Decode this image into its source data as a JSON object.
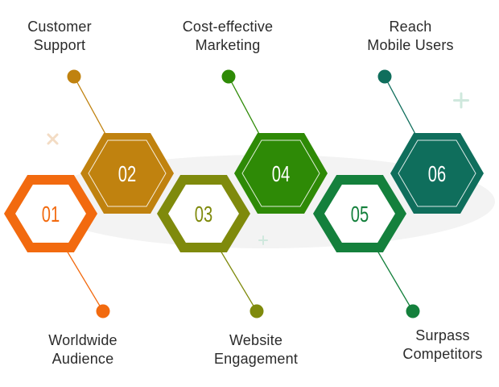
{
  "steps": [
    {
      "number": "01",
      "label_lines": [
        "Worldwide",
        "Audience"
      ],
      "color": "#f26a0f"
    },
    {
      "number": "02",
      "label_lines": [
        "Customer",
        "Support"
      ],
      "color": "#c0820f"
    },
    {
      "number": "03",
      "label_lines": [
        "Website",
        "Engagement"
      ],
      "color": "#7f8a0c"
    },
    {
      "number": "04",
      "label_lines": [
        "Cost-effective",
        "Marketing"
      ],
      "color": "#2e8a06"
    },
    {
      "number": "05",
      "label_lines": [
        "Reach",
        "Mobile Users"
      ],
      "color": "#14803c"
    },
    {
      "number": "06",
      "label_lines": [
        "Surpass",
        "Competitors"
      ],
      "color": "#0f6e5c"
    }
  ],
  "decor": {
    "x_color": "#f3dcc4",
    "plus_color": "#cfe8dd",
    "shadow_color": "#f3f3f3"
  }
}
